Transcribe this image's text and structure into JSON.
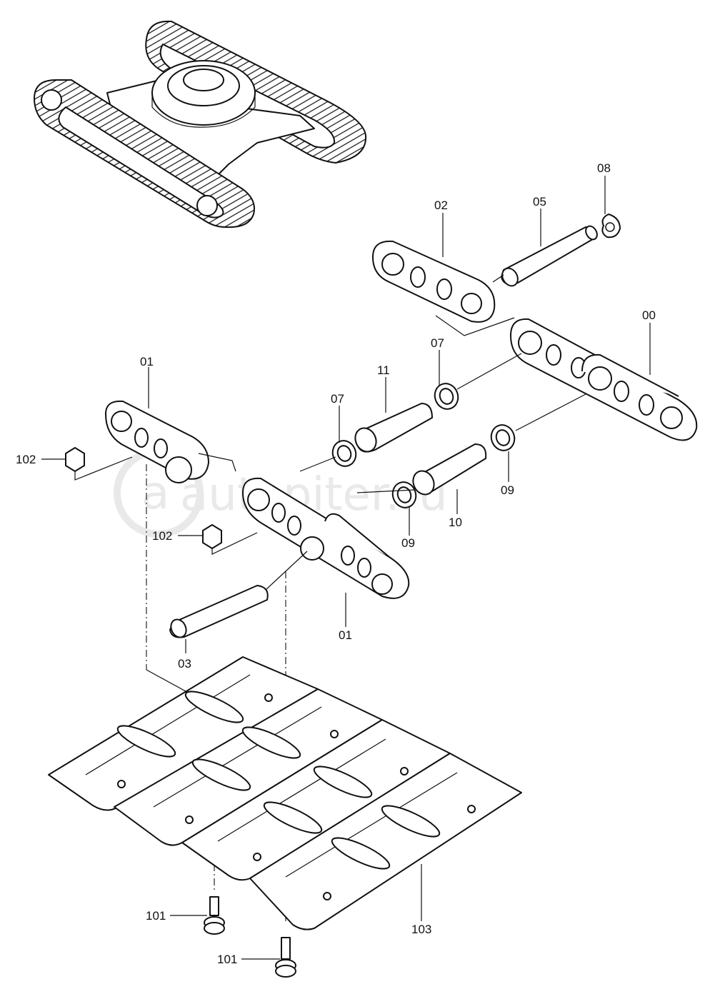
{
  "watermark": "autopiter.ru",
  "parts": [
    {
      "id": "p00",
      "label": "00"
    },
    {
      "id": "p01a",
      "label": "01"
    },
    {
      "id": "p01b",
      "label": "01"
    },
    {
      "id": "p02",
      "label": "02"
    },
    {
      "id": "p03",
      "label": "03"
    },
    {
      "id": "p05",
      "label": "05"
    },
    {
      "id": "p07a",
      "label": "07"
    },
    {
      "id": "p07b",
      "label": "07"
    },
    {
      "id": "p08",
      "label": "08"
    },
    {
      "id": "p09a",
      "label": "09"
    },
    {
      "id": "p09b",
      "label": "09"
    },
    {
      "id": "p10",
      "label": "10"
    },
    {
      "id": "p11",
      "label": "11"
    },
    {
      "id": "p101a",
      "label": "101"
    },
    {
      "id": "p101b",
      "label": "101"
    },
    {
      "id": "p102a",
      "label": "102"
    },
    {
      "id": "p102b",
      "label": "102"
    },
    {
      "id": "p103",
      "label": "103"
    }
  ]
}
